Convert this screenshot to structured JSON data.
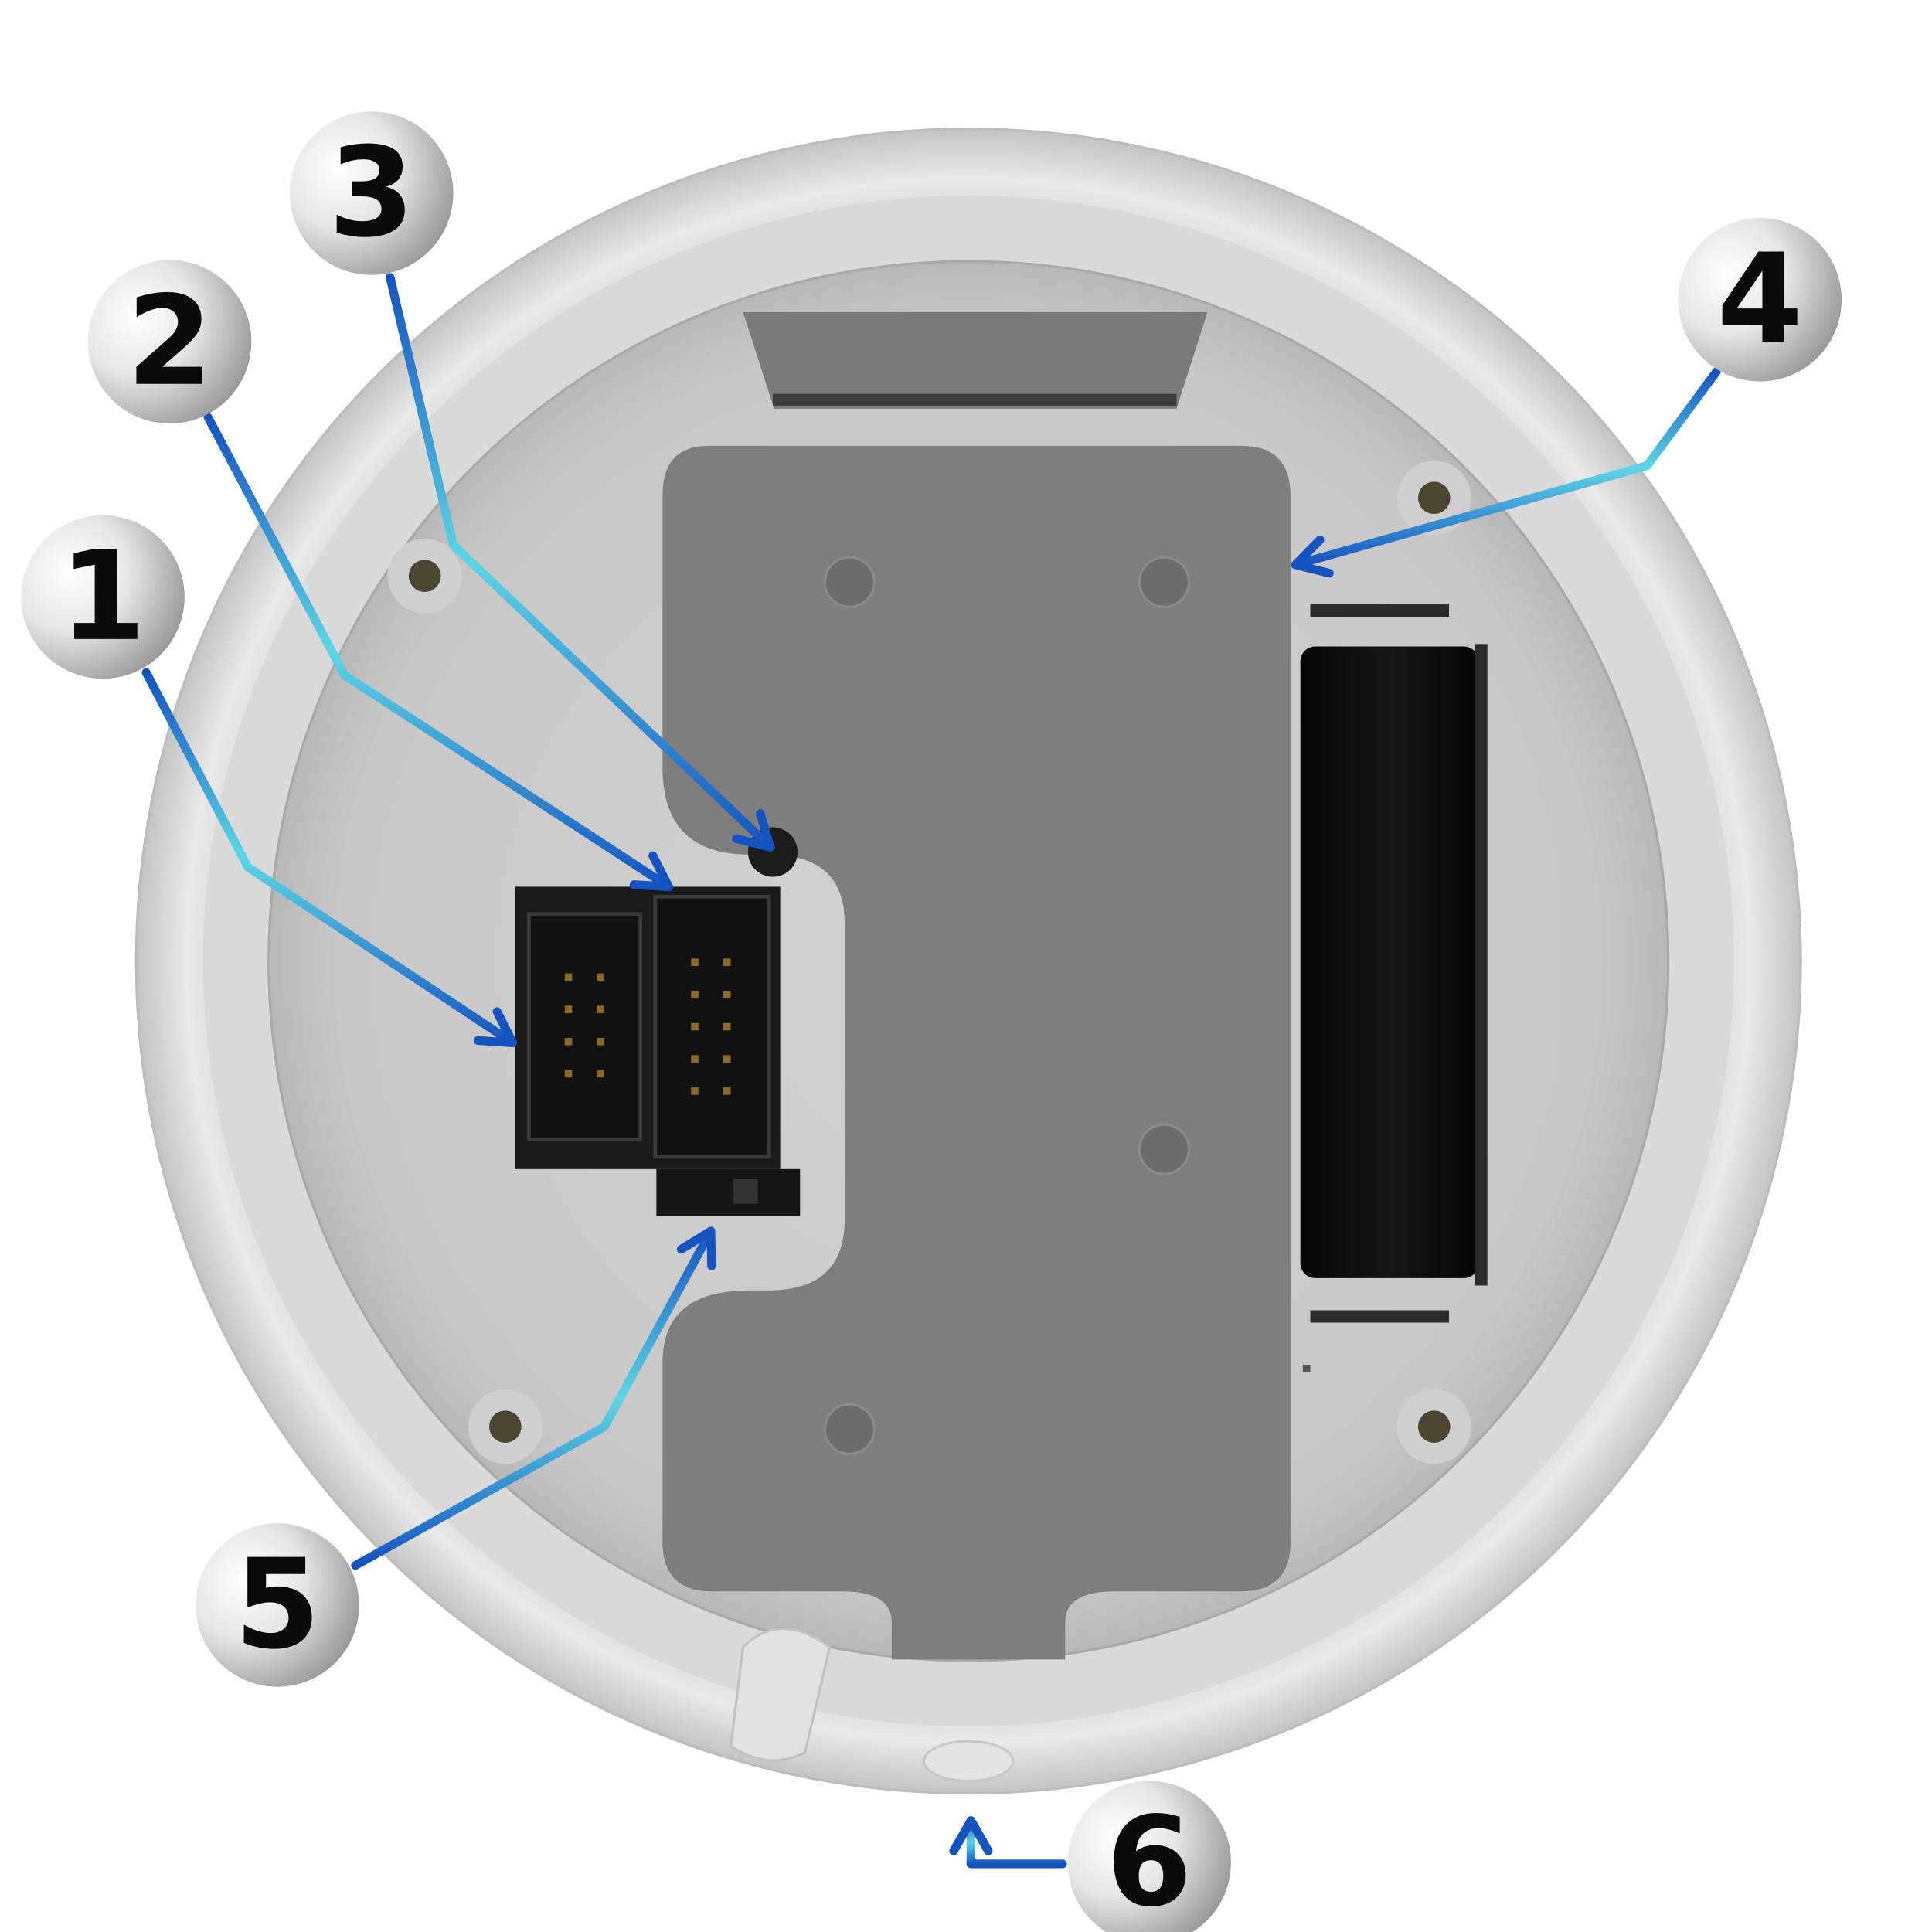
{
  "callouts": [
    {
      "id": 1,
      "label": "1"
    },
    {
      "id": 2,
      "label": "2"
    },
    {
      "id": 3,
      "label": "3"
    },
    {
      "id": 4,
      "label": "4"
    },
    {
      "id": 5,
      "label": "5"
    },
    {
      "id": 6,
      "label": "6"
    }
  ]
}
